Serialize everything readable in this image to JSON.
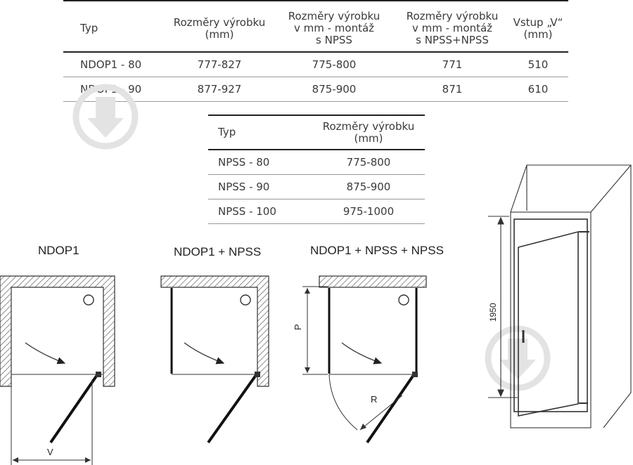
{
  "table1": {
    "headers": [
      "Typ",
      "Rozměry výrobku\n(mm)",
      "Rozměry výrobku\nv mm - montáž\ns NPSS",
      "Rozměry výrobku\nv mm - montáž\ns NPSS+NPSS",
      "Vstup „V“\n(mm)"
    ],
    "rows": [
      [
        "NDOP1 - 80",
        "777-827",
        "775-800",
        "771",
        "510"
      ],
      [
        "NDOP1 - 90",
        "877-927",
        "875-900",
        "871",
        "610"
      ]
    ]
  },
  "table2": {
    "headers": [
      "Typ",
      "Rozměry výrobku\n(mm)"
    ],
    "rows": [
      [
        "NPSS - 80",
        "775-800"
      ],
      [
        "NPSS - 90",
        "875-900"
      ],
      [
        "NPSS - 100",
        "975-1000"
      ]
    ]
  },
  "diagrams": {
    "label_1": "NDOP1",
    "label_2": "NDOP1 + NPSS",
    "label_3": "NDOP1 + NPSS + NPSS",
    "dim_v": "V",
    "dim_p": "P",
    "dim_r": "R",
    "height_label": "1950"
  }
}
